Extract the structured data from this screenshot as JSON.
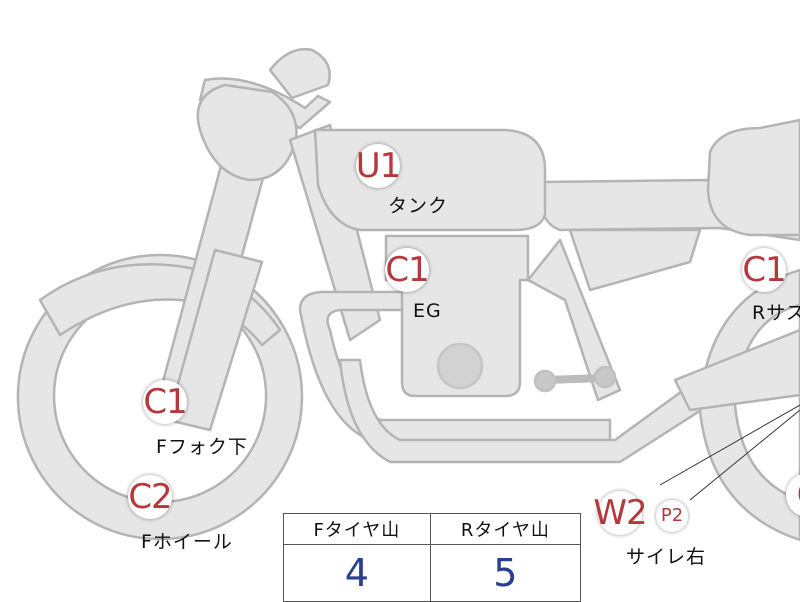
{
  "markers": [
    {
      "name": "marker-u1-tank",
      "text": "U1"
    },
    {
      "name": "marker-c1-engine",
      "text": "C1"
    },
    {
      "name": "marker-c1-rear-suspension",
      "text": "C1"
    },
    {
      "name": "marker-c1-front-fork",
      "text": "C1"
    },
    {
      "name": "marker-c2-front-wheel",
      "text": "C2"
    },
    {
      "name": "marker-w2-side-reflector",
      "text": "W2"
    },
    {
      "name": "marker-p2-side-reflector",
      "text": "P2"
    },
    {
      "name": "marker-c-rear-wheel",
      "text": "C"
    }
  ],
  "labels": {
    "tank": "タンク",
    "engine": "EG",
    "rear_suspension": "Rサス",
    "front_fork": "Fフォク下",
    "front_wheel": "Fホイール",
    "side_reflector": "サイレ右"
  },
  "tread_table": {
    "front_header": "Fタイヤ山",
    "rear_header": "Rタイヤ山",
    "front_value": "4",
    "rear_value": "5"
  },
  "colors": {
    "body_fill": "#e6e6e6",
    "body_stroke": "#b4b4b4",
    "marker_text": "#b5383d",
    "table_value": "#2a3f8f"
  }
}
